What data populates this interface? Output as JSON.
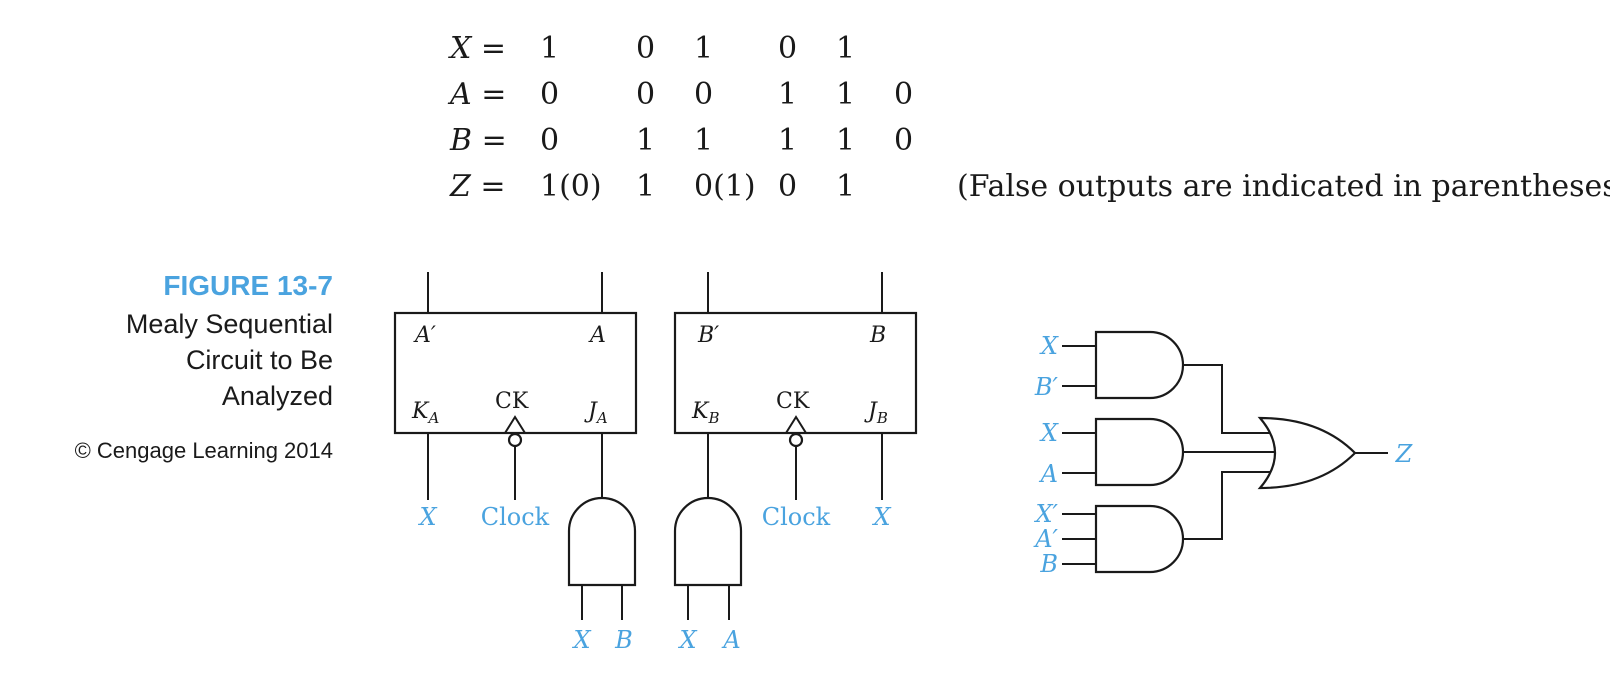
{
  "sequence_table": {
    "rows": [
      {
        "label": "X =",
        "values": [
          "1",
          "0",
          "1",
          "0",
          "1",
          ""
        ]
      },
      {
        "label": "A =",
        "values": [
          "0",
          "0",
          "0",
          "1",
          "1",
          "0"
        ]
      },
      {
        "label": "B =",
        "values": [
          "0",
          "1",
          "1",
          "1",
          "1",
          "0"
        ]
      },
      {
        "label": "Z =",
        "values": [
          "1(0)",
          "1",
          "0(1)",
          "0",
          "1",
          ""
        ]
      }
    ],
    "note": "(False outputs are indicated in parentheses.)"
  },
  "caption": {
    "figure_number": "FIGURE 13-7",
    "lines": [
      "Mealy Sequential",
      "Circuit to Be",
      "Analyzed"
    ],
    "copyright": "© Cengage Learning 2014"
  },
  "flipflop_a": {
    "q_bar": "A′",
    "q": "A",
    "k": "K",
    "k_sub": "A",
    "ck": "CK",
    "j": "J",
    "j_sub": "A",
    "k_input": "X",
    "ck_input": "Clock",
    "j_gate_inputs": [
      "X",
      "B"
    ]
  },
  "flipflop_b": {
    "q_bar": "B′",
    "q": "B",
    "k": "K",
    "k_sub": "B",
    "ck": "CK",
    "j": "J",
    "j_sub": "B",
    "ck_input": "Clock",
    "j_input": "X",
    "k_gate_inputs": [
      "X",
      "A"
    ]
  },
  "output_logic": {
    "gate1_inputs": [
      "X",
      "B′"
    ],
    "gate2_inputs": [
      "X",
      "A"
    ],
    "gate3_inputs": [
      "X′",
      "A′",
      "B"
    ],
    "output": "Z"
  },
  "colors": {
    "accent": "#4aa3df",
    "ink": "#1a1a1a"
  }
}
